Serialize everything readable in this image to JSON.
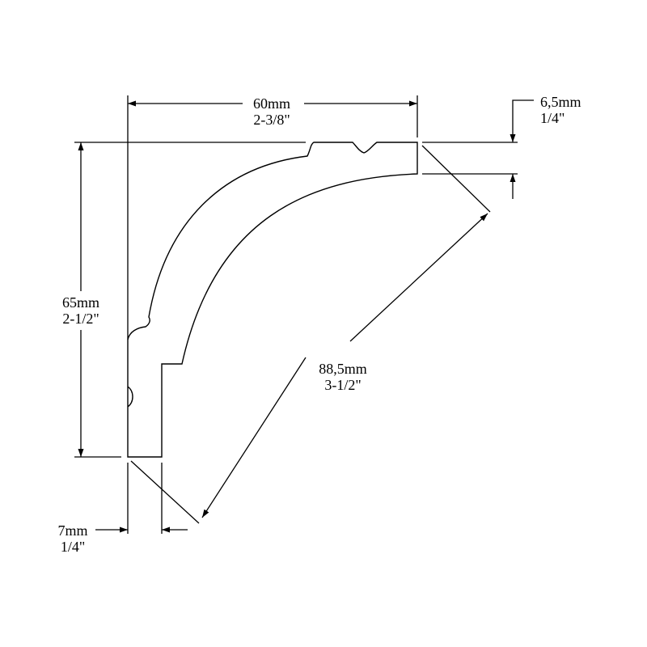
{
  "dimensions": {
    "width": {
      "metric": "60mm",
      "imperial": "2-3/8\""
    },
    "height": {
      "metric": "65mm",
      "imperial": "2-1/2\""
    },
    "top_flat": {
      "metric": "6,5mm",
      "imperial": "1/4\""
    },
    "bottom_flat": {
      "metric": "7mm",
      "imperial": "1/4\""
    },
    "diagonal": {
      "metric": "88,5mm",
      "imperial": "3-1/2\""
    }
  },
  "colors": {
    "line": "#000000",
    "background": "#ffffff"
  }
}
